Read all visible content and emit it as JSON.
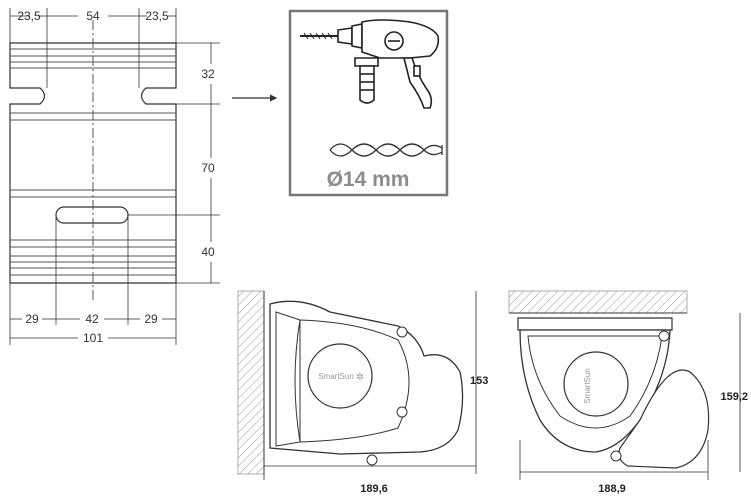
{
  "bracket": {
    "top_dims": [
      "23,5",
      "54",
      "23,5"
    ],
    "side_dims": [
      "32",
      "70",
      "40"
    ],
    "bottom_dims": [
      "29",
      "42",
      "29"
    ],
    "total_width": "101"
  },
  "drill": {
    "bit_label": "Ø14 mm"
  },
  "unit_left": {
    "logo_text": "SmartSun",
    "height_dim": "153",
    "width_dim": "189,6"
  },
  "unit_right": {
    "logo_text": "SmartSun",
    "height_dim": "159,2",
    "width_dim": "188,9"
  }
}
